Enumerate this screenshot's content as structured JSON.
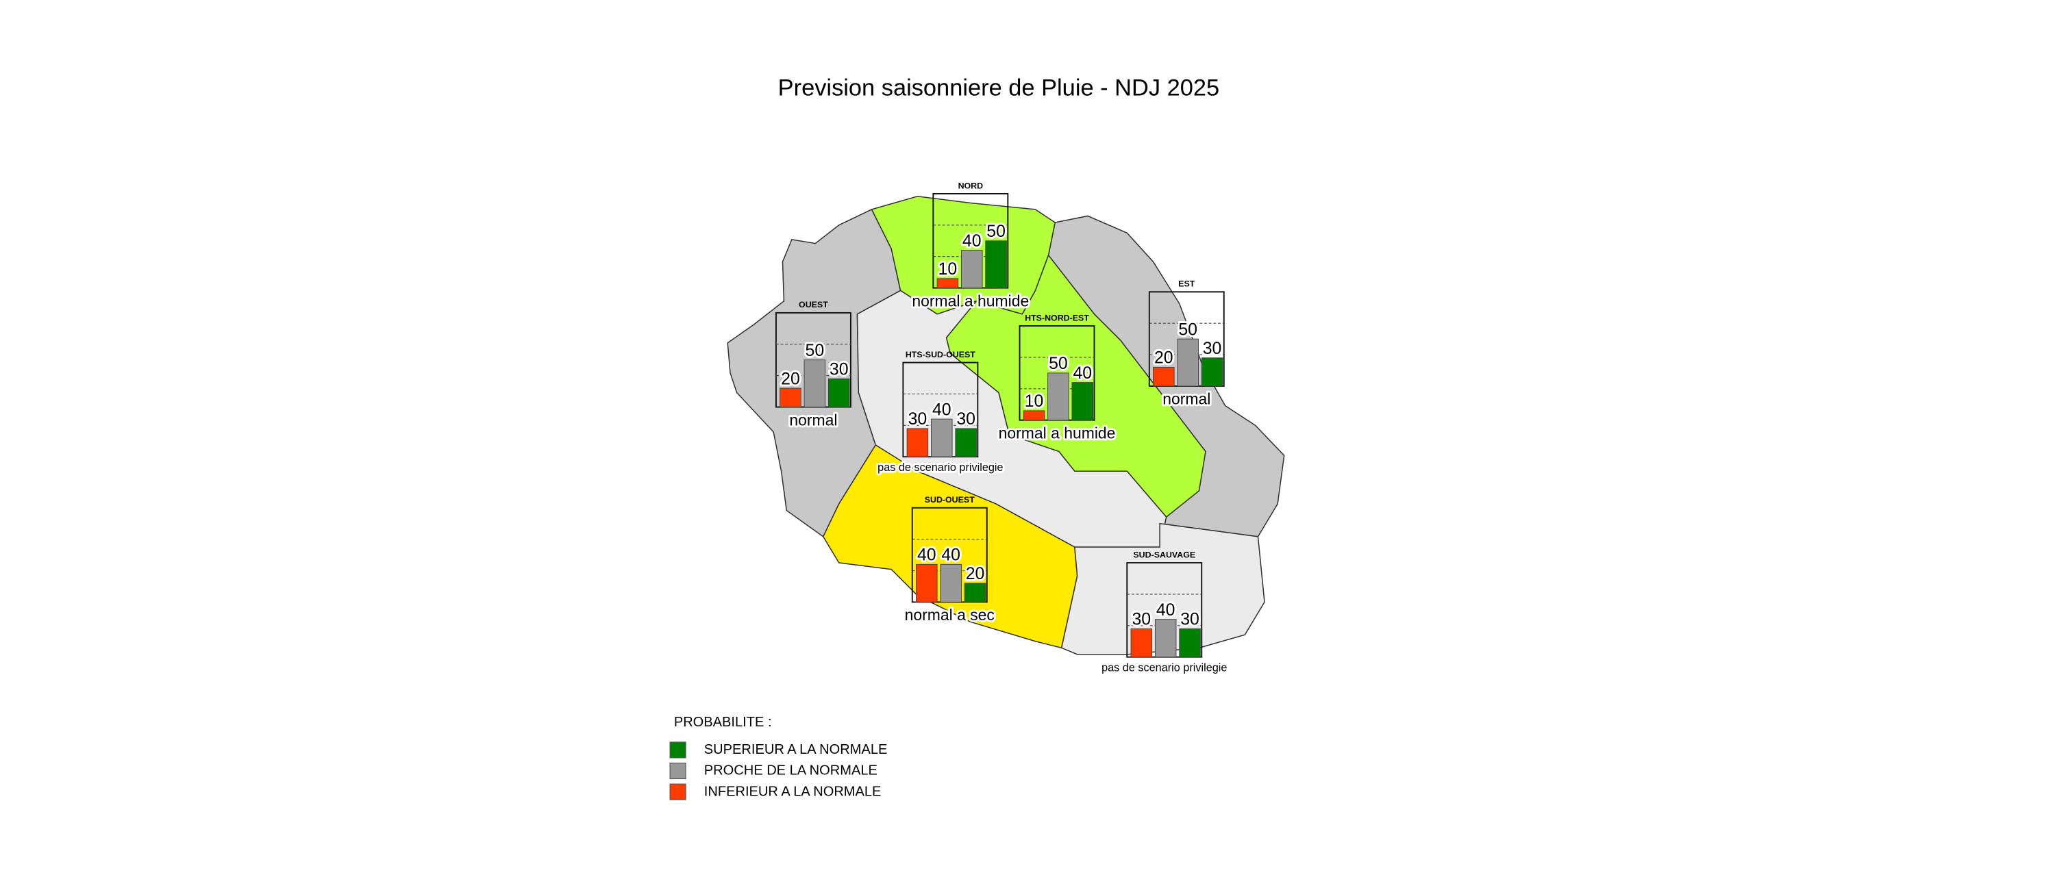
{
  "title": "Prevision saisonniere de  Pluie - NDJ 2025",
  "colors": {
    "superieur": "#008000",
    "proche": "#999999",
    "inferieur": "#ff3c00",
    "humide": "#b3ff3a",
    "sec": "#ffea00",
    "normal": "#c8c8c8",
    "neutre": "#ebebeb"
  },
  "chart_data": {
    "type": "bar",
    "title": "Prevision saisonniere de  Pluie - NDJ 2025",
    "categories": [
      "INFERIEUR A LA NORMALE",
      "PROCHE DE LA NORMALE",
      "SUPERIEUR A LA NORMALE"
    ],
    "ylim": [
      0,
      100
    ],
    "regions": [
      {
        "name": "NORD",
        "values": [
          10,
          40,
          50
        ],
        "scenario": "normal a humide",
        "fill": "humide"
      },
      {
        "name": "OUEST",
        "values": [
          20,
          50,
          30
        ],
        "scenario": "normal",
        "fill": "normal"
      },
      {
        "name": "EST",
        "values": [
          20,
          50,
          30
        ],
        "scenario": "normal",
        "fill": "normal"
      },
      {
        "name": "HTS-NORD-EST",
        "values": [
          10,
          50,
          40
        ],
        "scenario": "normal a humide",
        "fill": "humide"
      },
      {
        "name": "HTS-SUD-OUEST",
        "values": [
          30,
          40,
          30
        ],
        "scenario": "pas de scenario privilegie",
        "fill": "neutre"
      },
      {
        "name": "SUD-OUEST",
        "values": [
          40,
          40,
          20
        ],
        "scenario": "normal a sec",
        "fill": "sec"
      },
      {
        "name": "SUD-SAUVAGE",
        "values": [
          30,
          40,
          30
        ],
        "scenario": "pas de scenario privilegie",
        "fill": "neutre"
      }
    ]
  },
  "legend": {
    "title": "PROBABILITE :",
    "items": [
      {
        "label": "SUPERIEUR A LA NORMALE",
        "color": "#008000"
      },
      {
        "label": "PROCHE DE LA NORMALE",
        "color": "#999999"
      },
      {
        "label": "INFERIEUR A LA NORMALE",
        "color": "#ff3c00"
      }
    ]
  }
}
